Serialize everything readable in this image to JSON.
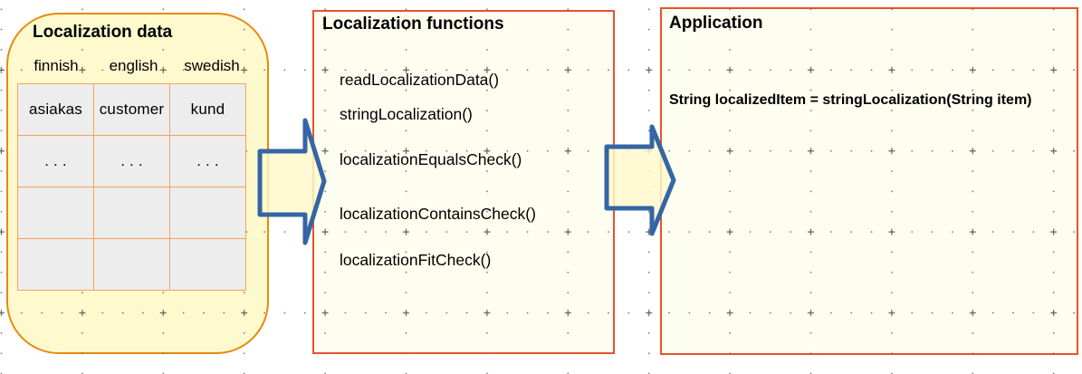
{
  "left_panel": {
    "title": "Localization data",
    "table": {
      "headers": [
        "finnish",
        "english",
        "swedish"
      ],
      "rows": [
        [
          "asiakas",
          "customer",
          "kund"
        ],
        [
          ". . .",
          ". . .",
          ". . ."
        ],
        [
          "",
          "",
          ""
        ],
        [
          "",
          "",
          ""
        ]
      ]
    }
  },
  "middle_panel": {
    "title": "Localization functions",
    "functions": [
      "readLocalizationData()",
      "stringLocalization()",
      "localizationEqualsCheck()",
      "localizationContainsCheck()",
      "localizationFitCheck()"
    ]
  },
  "right_panel": {
    "title": "Application",
    "code": "String localizedItem = stringLocalization(String item)"
  },
  "colors": {
    "canvas_bg": "#ffffff",
    "left_fill": "#fff9ce",
    "left_border": "#e8890c",
    "ivory": "#fefef0",
    "rect_border": "#e8512b",
    "cell_fill": "#ededed",
    "table_border": "#f7a254",
    "arrow_fill": "#fff9cd",
    "arrow_stroke": "#3465a4",
    "grid_dot": "#73736a",
    "grid_cross": "#5f5f55"
  }
}
